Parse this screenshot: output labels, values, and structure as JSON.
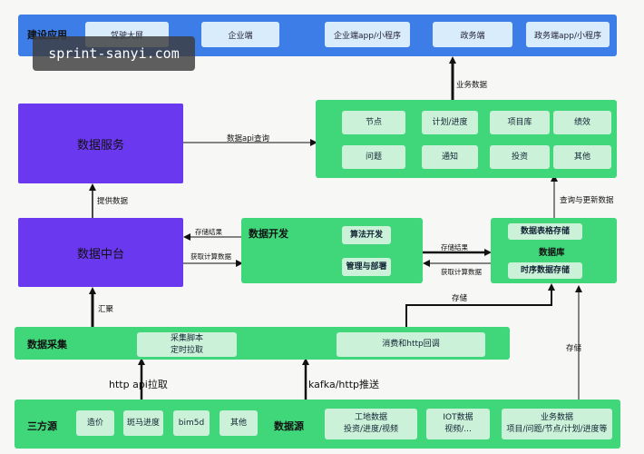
{
  "watermark": "sprint-sanyi.com",
  "apps": {
    "title": "建设应用",
    "items": [
      "驾驶大屏",
      "企业端",
      "企业端app/小程序",
      "政务端",
      "政务端app/小程序"
    ]
  },
  "data_service": {
    "title": "数据服务"
  },
  "data_center": {
    "title": "数据中台"
  },
  "data_collect": {
    "title": "数据采集",
    "script_line1": "采集脚本",
    "script_line2": "定时拉取",
    "consume": "消费和http回调"
  },
  "data_dev": {
    "title": "数据开发",
    "algo": "算法开发",
    "manage": "管理与部署"
  },
  "database": {
    "table_storage": "数据表格存储",
    "title": "数据库",
    "ts_storage": "时序数据存储"
  },
  "modules": {
    "row1": [
      "节点",
      "计划/进度",
      "项目库",
      "绩效"
    ],
    "row2": [
      "问题",
      "通知",
      "投资",
      "其他"
    ]
  },
  "third_party": {
    "title": "三方源",
    "items": [
      "造价",
      "斑马进度",
      "bim5d",
      "其他"
    ]
  },
  "data_source": {
    "title": "数据源",
    "site_line1": "工地数据",
    "site_line2": "投资/进度/视频",
    "iot_line1": "IOT数据",
    "iot_line2": "视频/...",
    "biz_line1": "业务数据",
    "biz_line2": "项目/问题/节点/计划/进度等"
  },
  "labels": {
    "business_data": "业务数据",
    "api_query": "数据api查询",
    "provide_data": "提供数据",
    "store_result": "存储结果",
    "fetch_calc": "获取计算数据",
    "store_result2": "存储结果",
    "fetch_calc2": "获取计算数据",
    "query_update": "查询与更新数据",
    "aggregate": "汇聚",
    "store1": "存储",
    "store2": "存储",
    "http_pull": "http api拉取",
    "kafka_push": "kafka/http推送"
  }
}
